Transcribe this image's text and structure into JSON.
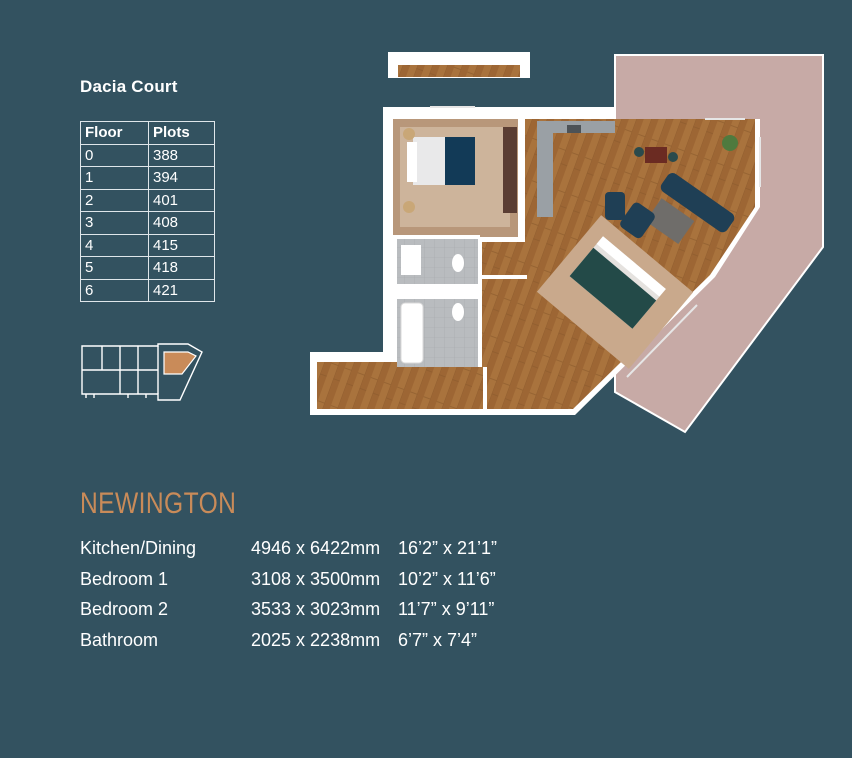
{
  "building": {
    "name": "Dacia Court"
  },
  "plots_table": {
    "headers": [
      "Floor",
      "Plots"
    ],
    "rows": [
      [
        "0",
        "388"
      ],
      [
        "1",
        "394"
      ],
      [
        "2",
        "401"
      ],
      [
        "3",
        "408"
      ],
      [
        "4",
        "415"
      ],
      [
        "5",
        "418"
      ],
      [
        "6",
        "421"
      ]
    ]
  },
  "apartment": {
    "name": "NEWINGTON",
    "rooms": [
      {
        "room": "Kitchen/Dining",
        "metric": "4946 x 6422mm",
        "imperial": "16’2” x 21’1”"
      },
      {
        "room": "Bedroom 1",
        "metric": "3108 x 3500mm",
        "imperial": "10’2” x 11’6”"
      },
      {
        "room": "Bedroom 2",
        "metric": "3533 x 3023mm",
        "imperial": "11’7” x 9’11”"
      },
      {
        "room": "Bathroom",
        "metric": "2025 x 2238mm",
        "imperial": "6’7” x 7’4”"
      }
    ]
  },
  "colors": {
    "background": "#335260",
    "accent": "#c98b59",
    "text": "#ffffff"
  },
  "icons": {
    "keyplan": "building-keyplan-icon",
    "floorplan": "floorplan-illustration"
  }
}
